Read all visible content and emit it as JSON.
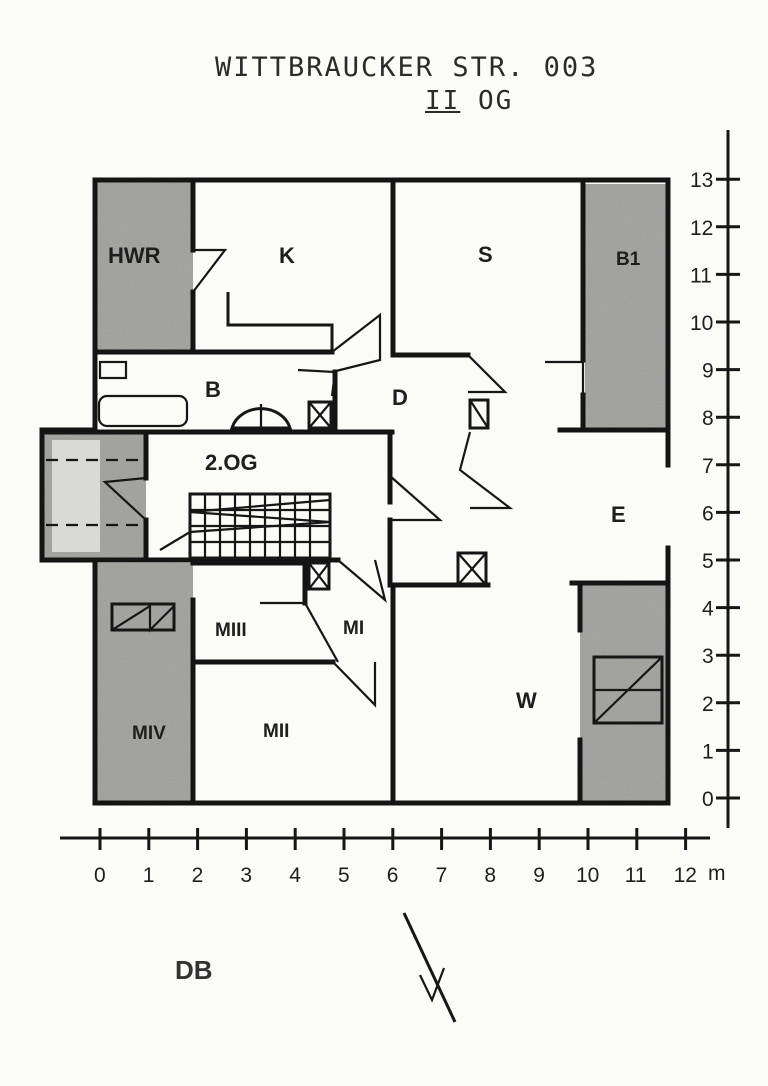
{
  "header": {
    "title": "WITTBRAUCKER STR. 003",
    "floor_numeral": "II",
    "floor_suffix": "OG"
  },
  "rooms": [
    {
      "id": "hwr",
      "label": "HWR"
    },
    {
      "id": "kitchen",
      "label": "K"
    },
    {
      "id": "s",
      "label": "S"
    },
    {
      "id": "balcony1",
      "label": "B1"
    },
    {
      "id": "bath",
      "label": "B"
    },
    {
      "id": "hall",
      "label": "D"
    },
    {
      "id": "stair",
      "label": "2.OG"
    },
    {
      "id": "e",
      "label": "E"
    },
    {
      "id": "m3",
      "label": "MIII"
    },
    {
      "id": "m1",
      "label": "MI"
    },
    {
      "id": "m4",
      "label": "MIV"
    },
    {
      "id": "m2",
      "label": "MII"
    },
    {
      "id": "w",
      "label": "W"
    }
  ],
  "scale": {
    "unit": "m",
    "x_ticks": [
      "0",
      "1",
      "2",
      "3",
      "4",
      "5",
      "6",
      "7",
      "8",
      "9",
      "10",
      "11",
      "12"
    ],
    "y_ticks": [
      "0",
      "1",
      "2",
      "3",
      "4",
      "5",
      "6",
      "7",
      "8",
      "9",
      "10",
      "11",
      "12",
      "13"
    ]
  },
  "stamp": "DB",
  "colors": {
    "wall": "#141414",
    "shaded": "#a8a8a6",
    "paper": "#fbfbf8"
  }
}
